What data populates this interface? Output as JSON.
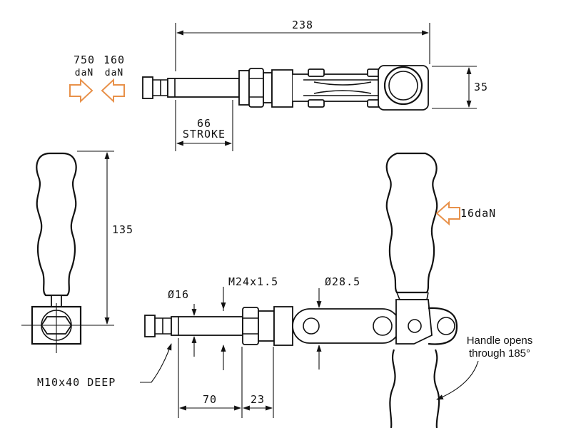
{
  "dimensions": {
    "overall_length": "238",
    "top_height": "35",
    "stroke_value": "66",
    "stroke_label": "STROKE",
    "handle_height": "135",
    "rod_diameter": "Ø16",
    "thread": "M24x1.5",
    "body_diameter": "Ø28.5",
    "len_70": "70",
    "len_23": "23"
  },
  "forces": {
    "f1_value": "750",
    "f1_unit": "daN",
    "f2_value": "160",
    "f2_unit": "daN",
    "handle_force": "16daN"
  },
  "notes": {
    "tap": "M10x40 DEEP",
    "handle_line1": "Handle opens",
    "handle_line2": "through 185°"
  },
  "colors": {
    "force_arrow": "#e8914a",
    "line": "#111111"
  }
}
